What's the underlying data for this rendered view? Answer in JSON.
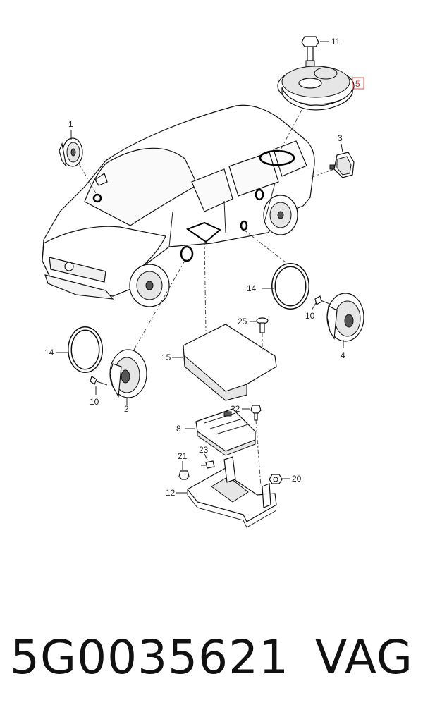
{
  "labels": {
    "l1": "1",
    "l2": "2",
    "l3": "3",
    "l4": "4",
    "l5": "5",
    "l8": "8",
    "l10a": "10",
    "l10b": "10",
    "l11": "11",
    "l12": "12",
    "l14a": "14",
    "l14b": "14",
    "l15": "15",
    "l20": "20",
    "l21": "21",
    "l22": "22",
    "l23": "23",
    "l25": "25"
  },
  "footer": {
    "part_number": "5G0035621",
    "brand": "VAG"
  },
  "colors": {
    "highlight_box": "#e05050",
    "line": "#222222"
  }
}
